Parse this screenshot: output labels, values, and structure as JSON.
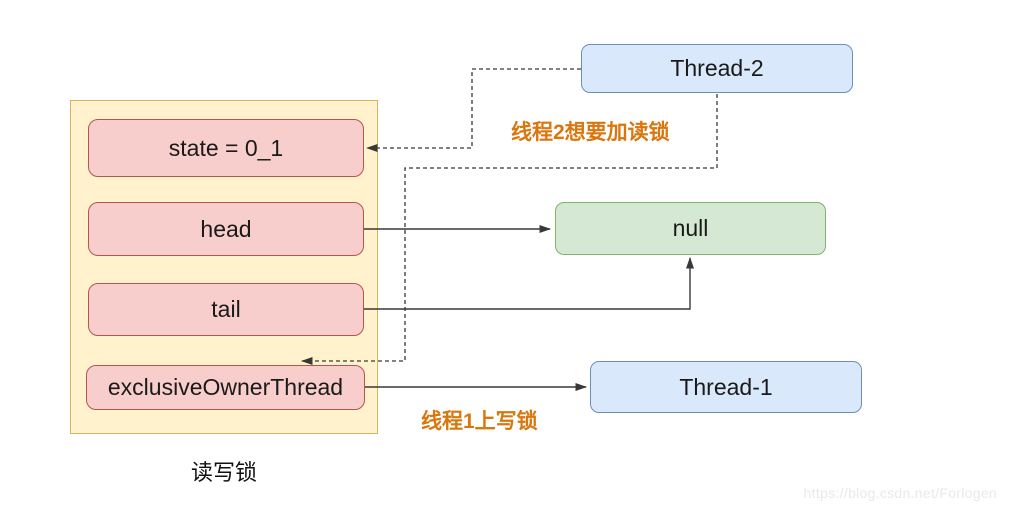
{
  "diagram": {
    "lock_group": {
      "caption": "读写锁",
      "fields": [
        {
          "label": "state = 0_1"
        },
        {
          "label": "head"
        },
        {
          "label": "tail"
        },
        {
          "label": "exclusiveOwnerThread"
        }
      ]
    },
    "nodes": {
      "thread2": {
        "label": "Thread-2"
      },
      "null_node": {
        "label": "null"
      },
      "thread1": {
        "label": "Thread-1"
      }
    },
    "annotations": {
      "thread2_read_lock": "线程2想要加读锁",
      "thread1_write_lock": "线程1上写锁"
    },
    "watermark": "https://blog.csdn.net/Forlogen",
    "colors": {
      "group_fill": "#fff2cc",
      "group_border": "#d6b656",
      "field_fill": "#f8cecc",
      "field_border": "#b85450",
      "thread_fill": "#dae8fc",
      "thread_border": "#6c8ebf",
      "null_fill": "#d5e8d4",
      "null_border": "#82b366",
      "annotation_text": "#d9770e",
      "arrow_stroke": "#383838"
    }
  }
}
